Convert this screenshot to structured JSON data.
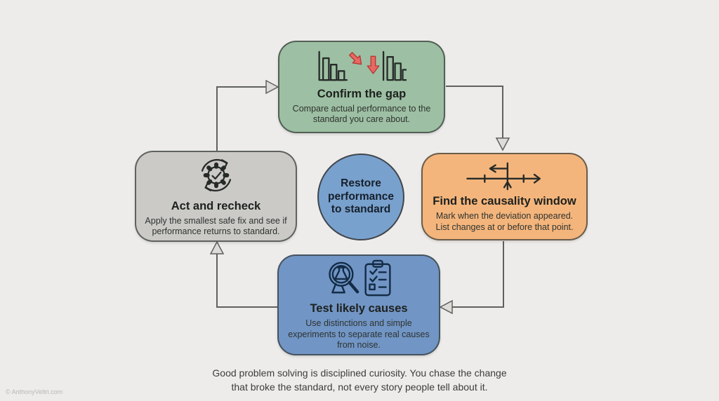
{
  "canvas": {
    "background": "#edecea"
  },
  "steps": [
    {
      "id": "confirm-gap",
      "title": "Confirm the gap",
      "description": "Compare actual performance to the standard you care about.",
      "fill": "#9dbfa3",
      "icon": "declining-bar-charts-red-arrows-icon",
      "accent_red": "#e86962"
    },
    {
      "id": "find-causality-window",
      "title": "Find the causality window",
      "description": "Mark when the deviation appeared. List changes at or before that point.",
      "fill": "#f4b57c",
      "icon": "timeline-deviation-point-icon"
    },
    {
      "id": "test-likely-causes",
      "title": "Test likely causes",
      "description": "Use distinctions and simple experiments to separate real causes from noise.",
      "fill": "#7195c5",
      "icon": "magnifier-flask-checklist-icon"
    },
    {
      "id": "act-and-recheck",
      "title": "Act and recheck",
      "description": "Apply the smallest safe fix and see if performance returns to standard.",
      "fill": "#cbcac7",
      "icon": "gear-check-refresh-cycle-icon"
    }
  ],
  "center": {
    "label": "Restore\nperformance\nto standard",
    "fill": "#79a1ce"
  },
  "cycle_order": [
    "act-and-recheck",
    "confirm-gap",
    "find-causality-window",
    "test-likely-causes"
  ],
  "caption": {
    "line1": "Good problem solving is disciplined curiosity. You chase the change",
    "line2": "that broke the standard, not every story people tell about it."
  },
  "watermark": "© AnthonyVeltri.com",
  "colors": {
    "arrow_line": "#60605e",
    "arrowhead_fill": "#dddcd8",
    "icon_ink": "#262b28",
    "icon_ink_blue": "#142c46",
    "red_accent": "#e86962"
  }
}
